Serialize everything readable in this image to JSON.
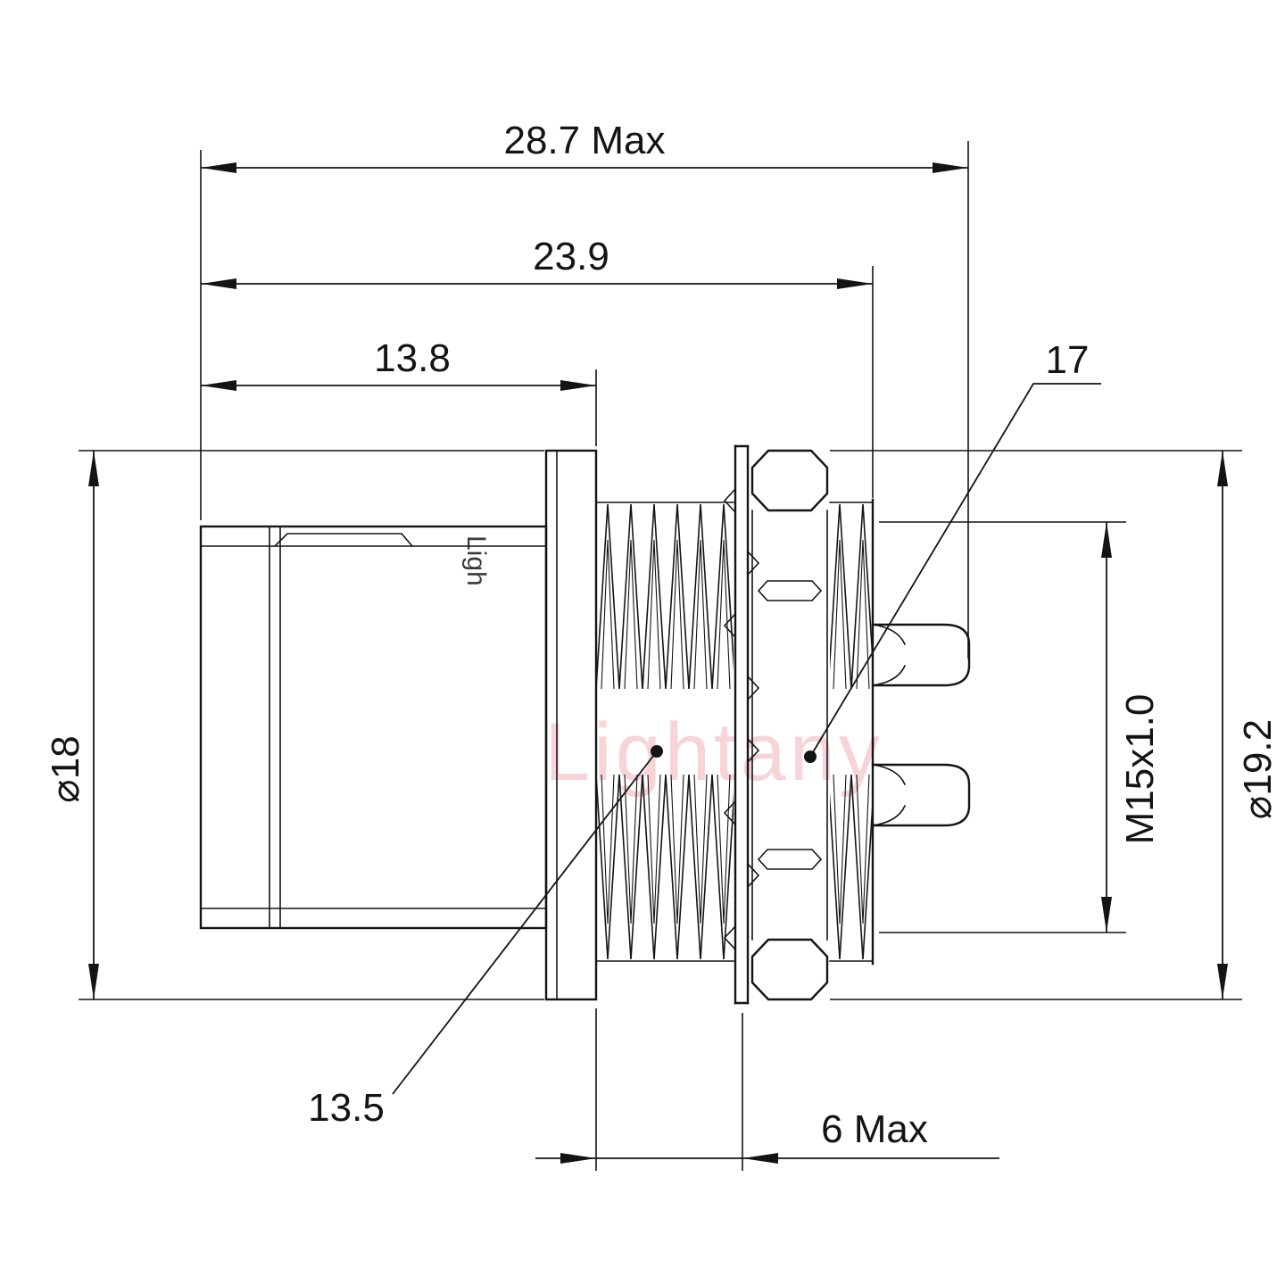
{
  "drawing": {
    "type": "technical-dimension-drawing",
    "subject": "M15 panel-mount circular connector, side view"
  },
  "dimensions": {
    "overall_length": "28.7 Max",
    "length_to_rear_face": "23.9",
    "front_body_length": "13.8",
    "nut_callout": "17",
    "body_callout": "13.5",
    "panel_thickness": "6 Max",
    "body_diameter": "⌀18",
    "nut_diameter": "⌀19.2",
    "thread_spec": "M15x1.0"
  },
  "watermark": {
    "text": "Lightany",
    "color": "#f0b2b9"
  },
  "body_mark": "Ligh",
  "colors": {
    "line": "#141414",
    "background": "#ffffff"
  }
}
